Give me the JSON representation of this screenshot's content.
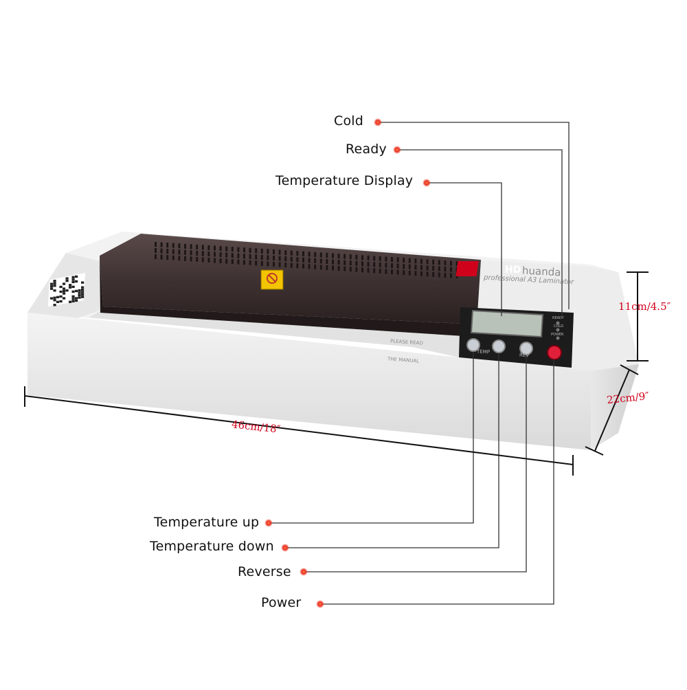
{
  "callouts": {
    "cold": "Cold",
    "ready": "Ready",
    "temperature_display": "Temperature Display",
    "temperature_up": "Temperature up",
    "temperature_down": "Temperature down",
    "reverse": "Reverse",
    "power": "Power"
  },
  "dimensions": {
    "height": "11cm/4.5″",
    "depth": "22cm/9″",
    "width": "46cm/18″"
  },
  "device": {
    "brand": "huanda",
    "model": "professional A3 Laminator",
    "manual_note_1": "PLEASE READ",
    "manual_note_2": "THE MANUAL",
    "indicator_ready": "READY",
    "indicator_cold": "COLD",
    "indicator_power": "POWER",
    "button_temp": "TEMP",
    "button_rev": "REV"
  },
  "colors": {
    "dot": "#e8321e",
    "dimension_text": "#d0021b",
    "body": "#efefef",
    "cover": "#4a3c3c"
  }
}
